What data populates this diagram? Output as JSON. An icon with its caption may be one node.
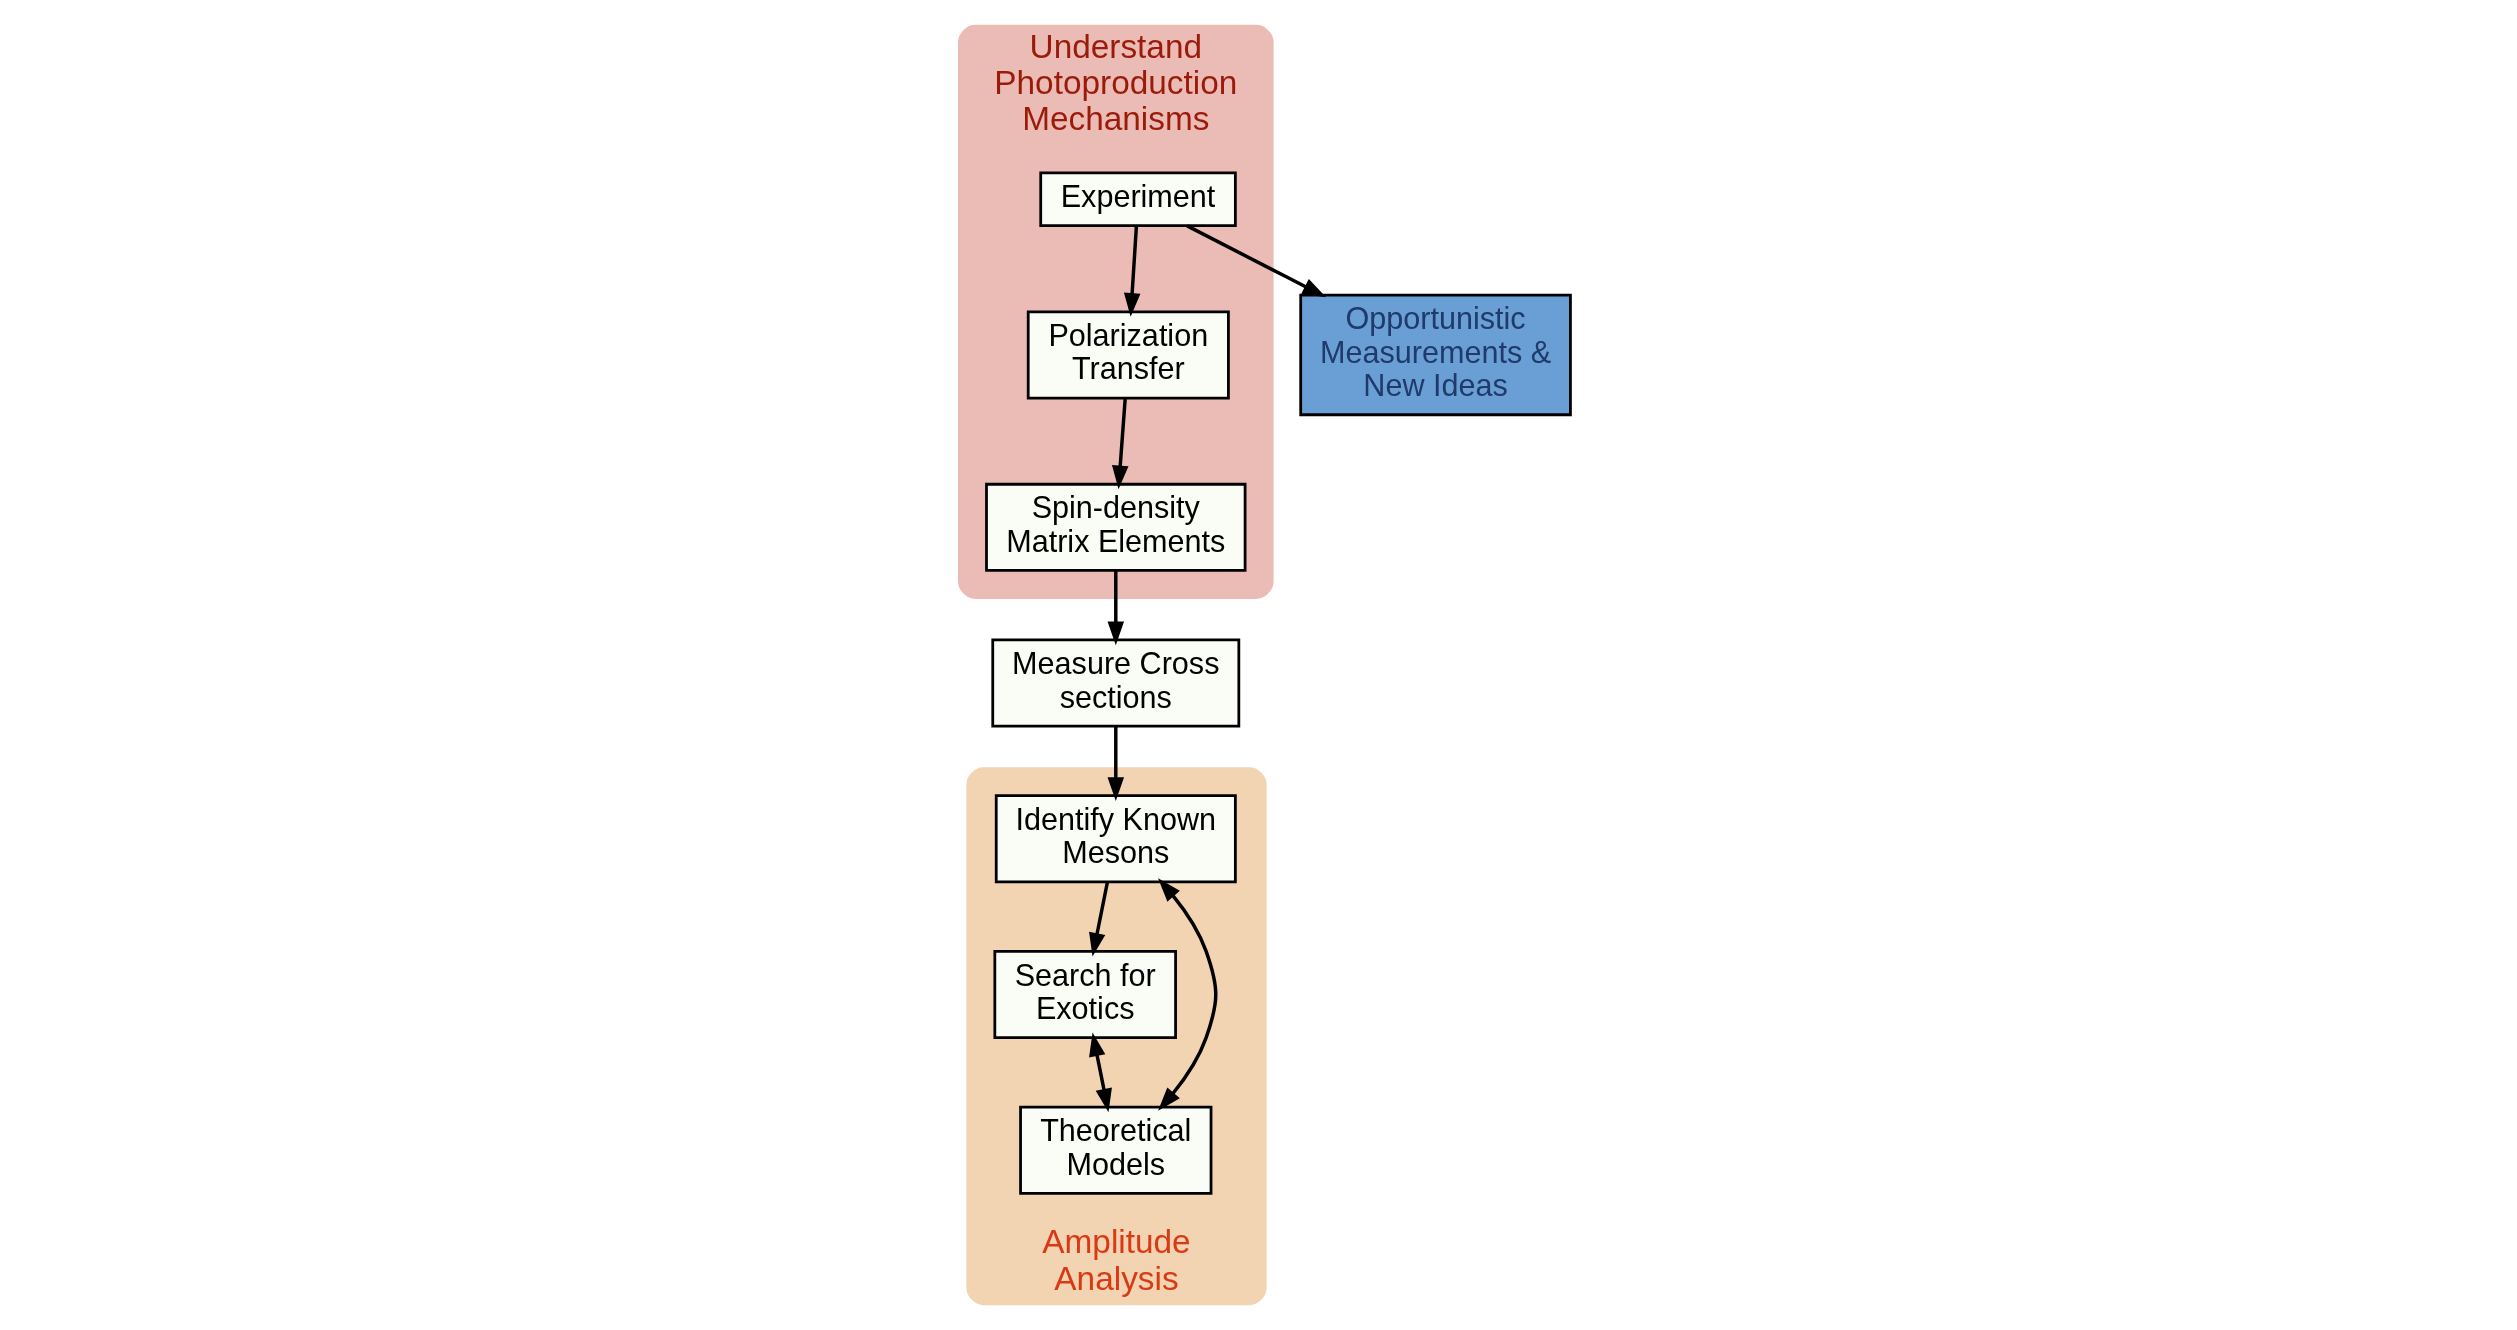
{
  "diagram": {
    "nodes": [
      {
        "text": [
          "Understand Photoproduction Mechanisms"
        ]
      },
      {
        "text": [
          "Experiment"
        ],
        "in": 0
      },
      {
        "text": [
          "Polarization Transfer"
        ],
        "in": 0
      },
      {
        "text": [
          "Opportunistic Measurements & New Ideas"
        ]
      },
      {
        "text": [
          "Spin-density Matrix Elements"
        ],
        "in": 0
      },
      {
        "text": [
          "Measure Cross sections"
        ]
      },
      {
        "text": [
          "Amplitude Analysis"
        ]
      },
      {
        "text": [
          "Search for Exotics"
        ],
        "in": 6
      },
      {
        "text": [
          "Theoretical Models"
        ],
        "in": 6
      },
      {
        "text": [
          "Identify Known Mesons"
        ],
        "in": 6
      }
    ],
    "edges": [
      {
        "from": 1,
        "to": 2,
        "arrow": "to"
      },
      {
        "from": 1,
        "to": 3,
        "arrow": "to"
      },
      {
        "from": 2,
        "to": 4,
        "arrow": "to"
      },
      {
        "from": 4,
        "to": 5,
        "arrow": "to"
      },
      {
        "from": 5,
        "to": 9,
        "arrow": "to"
      },
      {
        "from": 9,
        "to": 7,
        "arrow": "to"
      },
      {
        "from": 7,
        "to": 8,
        "arrow": "both"
      },
      {
        "from": 9,
        "to": 8,
        "arrow": "both"
      }
    ]
  }
}
